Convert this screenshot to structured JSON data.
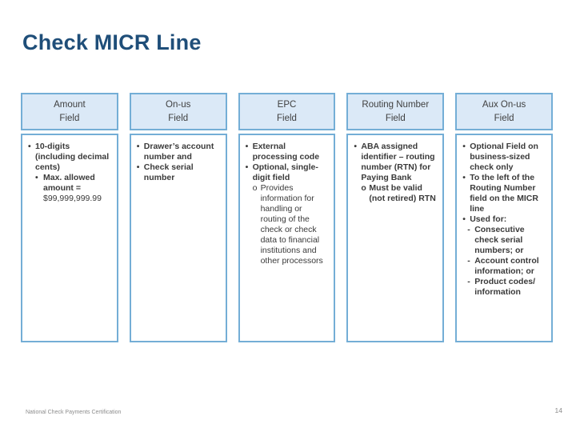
{
  "slide": {
    "title": "Check MICR Line",
    "footer": "National Check Payments Certification",
    "page_number": "14"
  },
  "colors": {
    "title_text": "#1F4E79",
    "box_border": "#74AED6",
    "header_fill": "#DBE9F7",
    "body_text": "#3A3A3A",
    "footer_text": "#8C8C8C"
  },
  "columns": [
    {
      "header_line1": "Amount",
      "header_line2": "Field",
      "items": [
        {
          "level": 1,
          "marker": "•",
          "bold": true,
          "text": "10-digits (including decimal cents)"
        },
        {
          "level": 2,
          "marker": "•",
          "bold": true,
          "text": "Max. allowed amount ="
        },
        {
          "level": 2,
          "marker": "",
          "bold": false,
          "text": "$99,999,999.99"
        }
      ]
    },
    {
      "header_line1": "On-us",
      "header_line2": "Field",
      "items": [
        {
          "level": 1,
          "marker": "•",
          "bold": true,
          "text": "Drawer’s account number and"
        },
        {
          "level": 1,
          "marker": "•",
          "bold": true,
          "text": "Check serial number"
        }
      ]
    },
    {
      "header_line1": "EPC",
      "header_line2": "Field",
      "items": [
        {
          "level": 1,
          "marker": "•",
          "bold": true,
          "text": "External processing code"
        },
        {
          "level": 1,
          "marker": "•",
          "bold": true,
          "text": "Optional, single-digit field"
        },
        {
          "level": 2,
          "marker": "o",
          "bold": false,
          "text": "Provides information for handling or routing of the check or check data to financial institutions and other processors"
        }
      ]
    },
    {
      "header_line1": "Routing Number",
      "header_line2": "Field",
      "items": [
        {
          "level": 1,
          "marker": "•",
          "bold": true,
          "text": "ABA assigned identifier – routing number (RTN) for Paying Bank"
        },
        {
          "level": 2,
          "marker": "o",
          "bold": true,
          "text": "Must be valid (not retired) RTN"
        }
      ]
    },
    {
      "header_line1": "Aux On-us",
      "header_line2": "Field",
      "items": [
        {
          "level": 1,
          "marker": "•",
          "bold": true,
          "text": "Optional Field on business-sized check only"
        },
        {
          "level": 1,
          "marker": "•",
          "bold": true,
          "text": "To the left of the Routing Number field on the MICR line"
        },
        {
          "level": 1,
          "marker": "•",
          "bold": true,
          "text": "Used for:"
        },
        {
          "level": 3,
          "marker": "-",
          "bold": true,
          "text": "Consecutive check serial numbers; or"
        },
        {
          "level": 3,
          "marker": "-",
          "bold": true,
          "text": "Account control information; or"
        },
        {
          "level": 3,
          "marker": "-",
          "bold": true,
          "text": "Product codes/ information"
        }
      ]
    }
  ]
}
